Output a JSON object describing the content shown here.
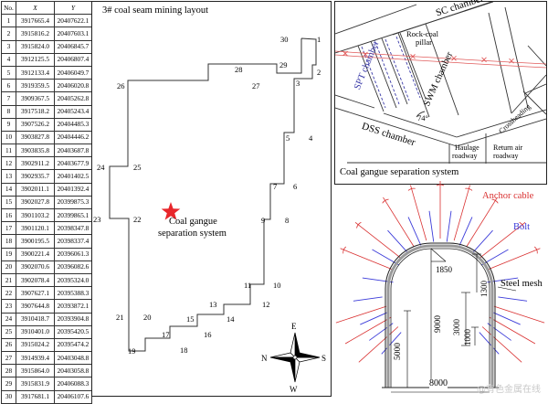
{
  "table": {
    "headers": {
      "no": "No.",
      "x": "X",
      "y": "Y"
    },
    "rows": [
      [
        "1",
        "3917665.4",
        "20407622.1"
      ],
      [
        "2",
        "3915816.2",
        "20407603.1"
      ],
      [
        "3",
        "3915824.0",
        "20406845.7"
      ],
      [
        "4",
        "3912125.5",
        "20406807.4"
      ],
      [
        "5",
        "3912133.4",
        "20406049.7"
      ],
      [
        "6",
        "3919359.5",
        "20406020.8"
      ],
      [
        "7",
        "3909367.5",
        "20405262.8"
      ],
      [
        "8",
        "3917518.2",
        "20405243.4"
      ],
      [
        "9",
        "3907526.2",
        "20404485.3"
      ],
      [
        "10",
        "3903827.8",
        "20404446.2"
      ],
      [
        "11",
        "3903835.8",
        "20403687.8"
      ],
      [
        "12",
        "3902911.2",
        "20403677.9"
      ],
      [
        "13",
        "3902935.7",
        "20401402.5"
      ],
      [
        "14",
        "3902011.1",
        "20401392.4"
      ],
      [
        "15",
        "3902027.8",
        "20399875.3"
      ],
      [
        "16",
        "3901103.2",
        "20399865.1"
      ],
      [
        "17",
        "3901120.1",
        "20398347.8"
      ],
      [
        "18",
        "3900195.5",
        "20398337.4"
      ],
      [
        "19",
        "3900221.4",
        "20396061.3"
      ],
      [
        "20",
        "3902070.6",
        "20396082.6"
      ],
      [
        "21",
        "3902078.4",
        "20395324.0"
      ],
      [
        "22",
        "3907627.1",
        "20395388.3"
      ],
      [
        "23",
        "3907644.8",
        "20393872.1"
      ],
      [
        "24",
        "3910418.7",
        "20393904.8"
      ],
      [
        "25",
        "3910401.0",
        "20395420.5"
      ],
      [
        "26",
        "3915024.2",
        "20395474.2"
      ],
      [
        "27",
        "3914939.4",
        "20403048.8"
      ],
      [
        "28",
        "3915864.0",
        "20403058.8"
      ],
      [
        "29",
        "3915831.9",
        "20406088.3"
      ],
      [
        "30",
        "3917681.1",
        "20406107.6"
      ]
    ]
  },
  "layout_panel": {
    "title": "3# coal seam mining layout",
    "point_labels": [
      "1",
      "2",
      "3",
      "4",
      "5",
      "6",
      "7",
      "8",
      "9",
      "10",
      "11",
      "12",
      "13",
      "14",
      "15",
      "16",
      "17",
      "18",
      "19",
      "20",
      "21",
      "22",
      "23",
      "24",
      "25",
      "26",
      "27",
      "28",
      "29",
      "30"
    ],
    "system_label_line1": "Coal gangue",
    "system_label_line2": "separation system",
    "star_color": "#e8262b",
    "compass": {
      "north": "N",
      "south": "S",
      "east": "E",
      "west": "W"
    }
  },
  "chamber_panel": {
    "caption": "Coal gangue separation system",
    "labels": {
      "sc": "SC chamber",
      "spt": "SPT chamber",
      "pillar_line1": "Rock-coal",
      "pillar_line2": "pillar",
      "swm": "SWM chamber",
      "angle": "74°",
      "dss": "DSS chamber",
      "haulage_line1": "Haulage",
      "haulage_line2": "roadway",
      "return_line1": "Return air",
      "return_line2": "roadway",
      "crossheading": "Crossheading"
    },
    "colors": {
      "spt": "#3a3aa8",
      "red_line": "#e05a5a"
    }
  },
  "section_panel": {
    "labels": {
      "anchor_cable": "Anchor cable",
      "bolt": "Bolt",
      "steel_mesh": "Steel mesh"
    },
    "dimensions": {
      "d1850": "1850",
      "d1300": "1300",
      "d9000": "9000",
      "d3000": "3000",
      "d1000": "1000",
      "d5000": "5000",
      "d8000": "8000"
    },
    "colors": {
      "anchor_cable": "#d93030",
      "bolt": "#3b3bd9",
      "mesh": "#9a9a9a"
    }
  },
  "watermark": "@有色金属在线"
}
